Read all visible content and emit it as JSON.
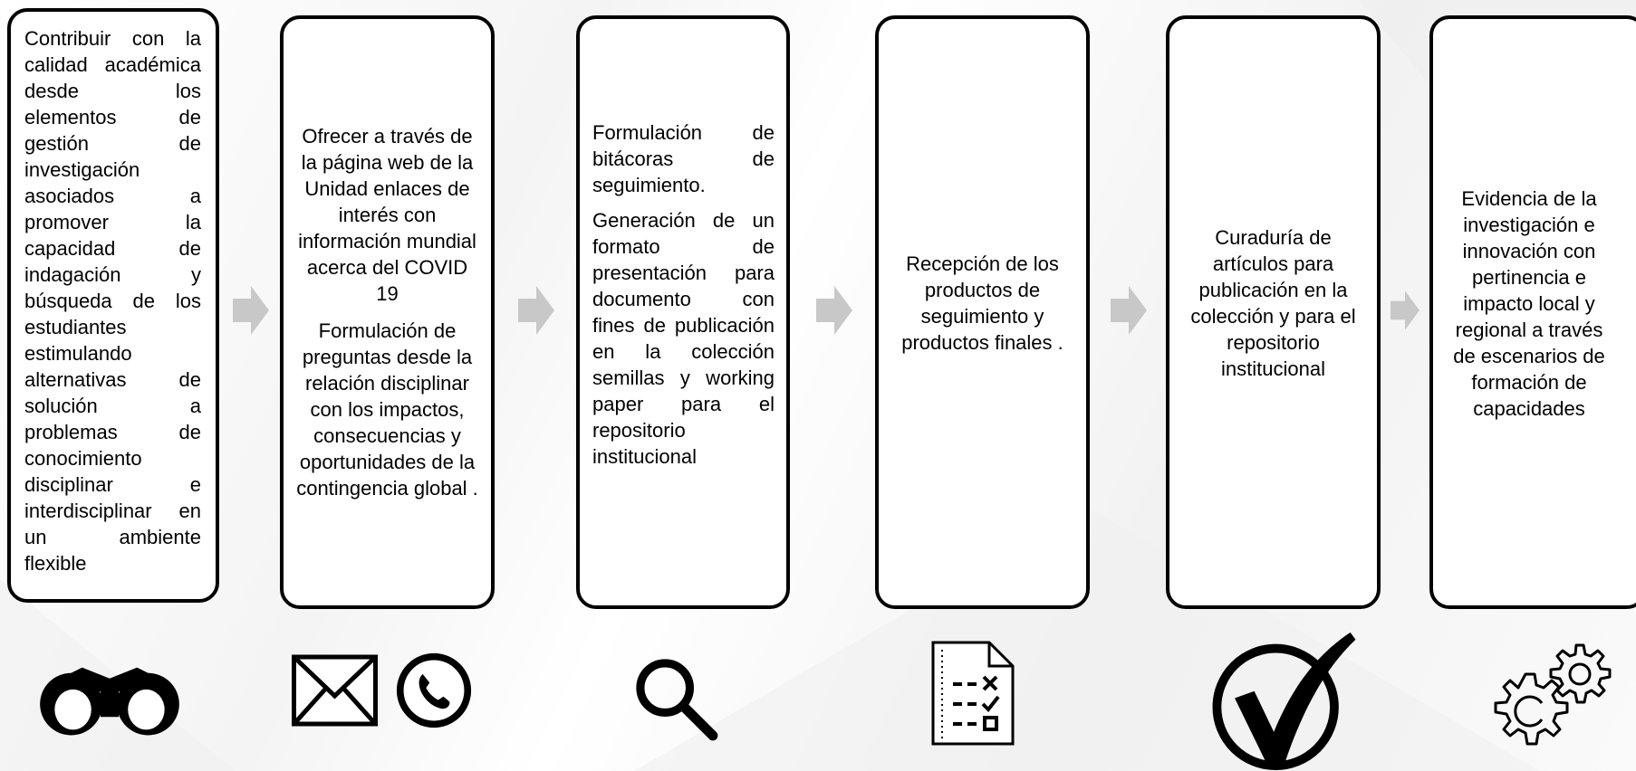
{
  "steps": [
    {
      "paragraphs": [
        "Contribuir con la calidad académica desde los elementos de gestión de investigación asociados a promover la capacidad de indagación y búsqueda de los estudiantes estimulando alternativas de solución a problemas de conocimiento disciplinar e interdisciplinar en un ambiente flexible"
      ],
      "icon": "binoculars-icon"
    },
    {
      "paragraphs": [
        "Ofrecer a través de la página web de la Unidad enlaces de interés con información mundial acerca del COVID 19",
        "Formulación de preguntas desde la relación disciplinar con los impactos, consecuencias y oportunidades de la contingencia global ."
      ],
      "icon": "envelope-and-phone-icons"
    },
    {
      "paragraphs": [
        "Formulación de bitácoras de seguimiento.",
        "Generación de un formato de presentación para documento con fines de publicación en la colección semillas y working paper para el repositorio institucional"
      ],
      "icon": "magnifier-icon"
    },
    {
      "paragraphs": [
        "Recepción de los productos de seguimiento y productos finales ."
      ],
      "icon": "checklist-icon"
    },
    {
      "paragraphs": [
        "Curaduría de artículos para publicación en la colección y para el repositorio institucional"
      ],
      "icon": "checkmark-icon"
    },
    {
      "paragraphs": [
        "Evidencia de la investigación e innovación con pertinencia e impacto local y regional a través de escenarios de formación de capacidades"
      ],
      "icon": "gears-icon"
    }
  ],
  "colors": {
    "border": "#000000",
    "arrow": "#c8c8c8",
    "icon": "#000000"
  }
}
